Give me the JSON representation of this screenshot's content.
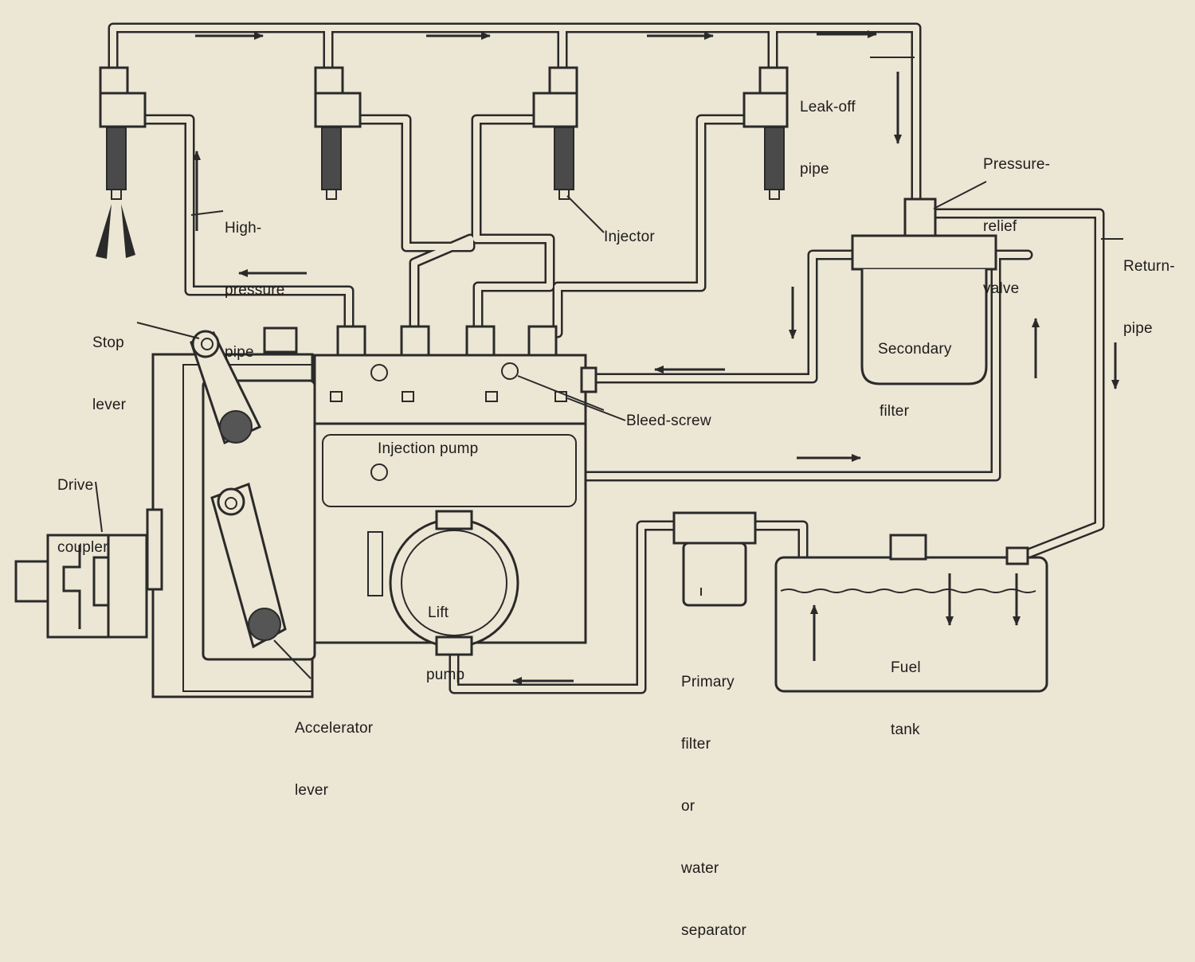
{
  "labels": {
    "leak_off_pipe": [
      "Leak-off",
      "pipe"
    ],
    "pressure_relief_valve": [
      "Pressure-",
      "relief",
      "valve"
    ],
    "high_pressure_pipe": [
      "High-",
      "pressure",
      "pipe"
    ],
    "injector": "Injector",
    "return_pipe": [
      "Return-",
      "pipe"
    ],
    "stop_lever": [
      "Stop",
      "lever"
    ],
    "secondary_filter": [
      "Secondary",
      "filter"
    ],
    "bleed_screw": "Bleed-screw",
    "drive_coupler": [
      "Drive",
      "coupler"
    ],
    "injection_pump": "Injection pump",
    "lift_pump": [
      "Lift",
      "pump"
    ],
    "primary_filter": [
      "Primary",
      "filter",
      "or",
      "water",
      "separator"
    ],
    "fuel_tank": [
      "Fuel",
      "tank"
    ],
    "accelerator_lever": [
      "Accelerator",
      "lever"
    ]
  },
  "colors": {
    "paper": "#ece6d4",
    "ink": "#2a2a2a"
  }
}
